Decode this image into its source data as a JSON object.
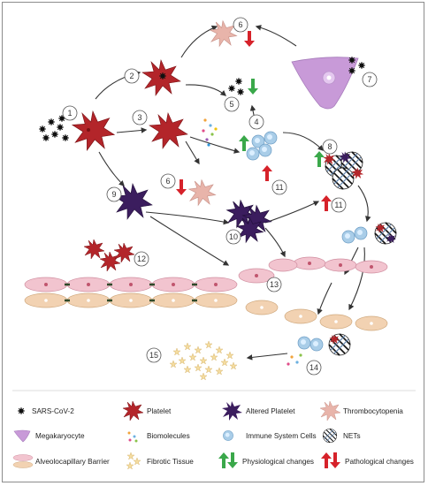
{
  "steps": [
    "1",
    "2",
    "3",
    "4",
    "5",
    "6",
    "6",
    "7",
    "8",
    "9",
    "10",
    "11",
    "11",
    "12",
    "13",
    "14",
    "15"
  ],
  "legend": {
    "sars": "SARS-CoV-2",
    "platelet": "Platelet",
    "altered": "Altered Platelet",
    "thrombo": "Thrombocytopenia",
    "mega": "Megakaryocyte",
    "biomol": "Biomolecules",
    "immune": "Immune System Cells",
    "nets": "NETs",
    "alveo": "Alveolocapillary Barrier",
    "fibrotic": "Fibrotic Tissue",
    "phys": "Physiological changes",
    "path": "Pathological changes"
  },
  "colors": {
    "platelet": "#b3252a",
    "altered": "#3b1d5e",
    "thrombo": "#e8b4aa",
    "mega": "#c89ad8",
    "immune": "#a9cde8",
    "green": "#3aa84a",
    "red": "#d6222a",
    "alveo_pink": "#f2c4cf",
    "alveo_tan": "#f2d2b2",
    "fibrotic": "#f4dca0"
  }
}
